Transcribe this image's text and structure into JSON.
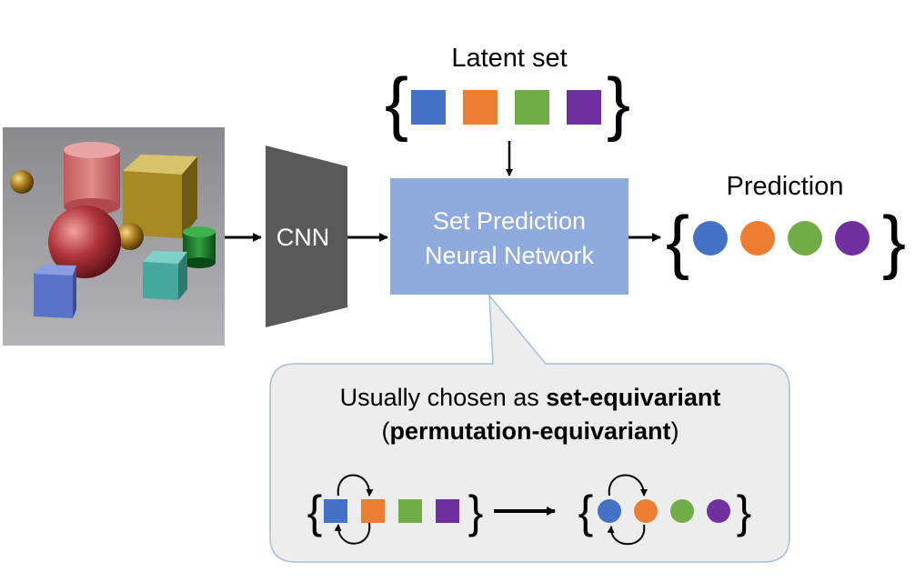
{
  "latent": {
    "title": "Latent set",
    "colors": [
      "#4472c4",
      "#ed7d31",
      "#70ad47",
      "#7030a0"
    ]
  },
  "encoder": {
    "label": "CNN"
  },
  "network": {
    "line1": "Set Prediction",
    "line2": "Neural Network"
  },
  "prediction": {
    "title": "Prediction",
    "colors": [
      "#4472c4",
      "#ed7d31",
      "#70ad47",
      "#7030a0"
    ]
  },
  "callout": {
    "line1_plain": "Usually chosen as ",
    "line1_bold": "set-equivariant",
    "line2_open": "(",
    "line2_bold": "permutation-equivariant",
    "line2_close": ")"
  },
  "colors": {
    "network_fill": "#8faadc",
    "cnn_fill": "#595959",
    "callout_fill": "#ededed",
    "callout_stroke": "#a9bcd9"
  }
}
